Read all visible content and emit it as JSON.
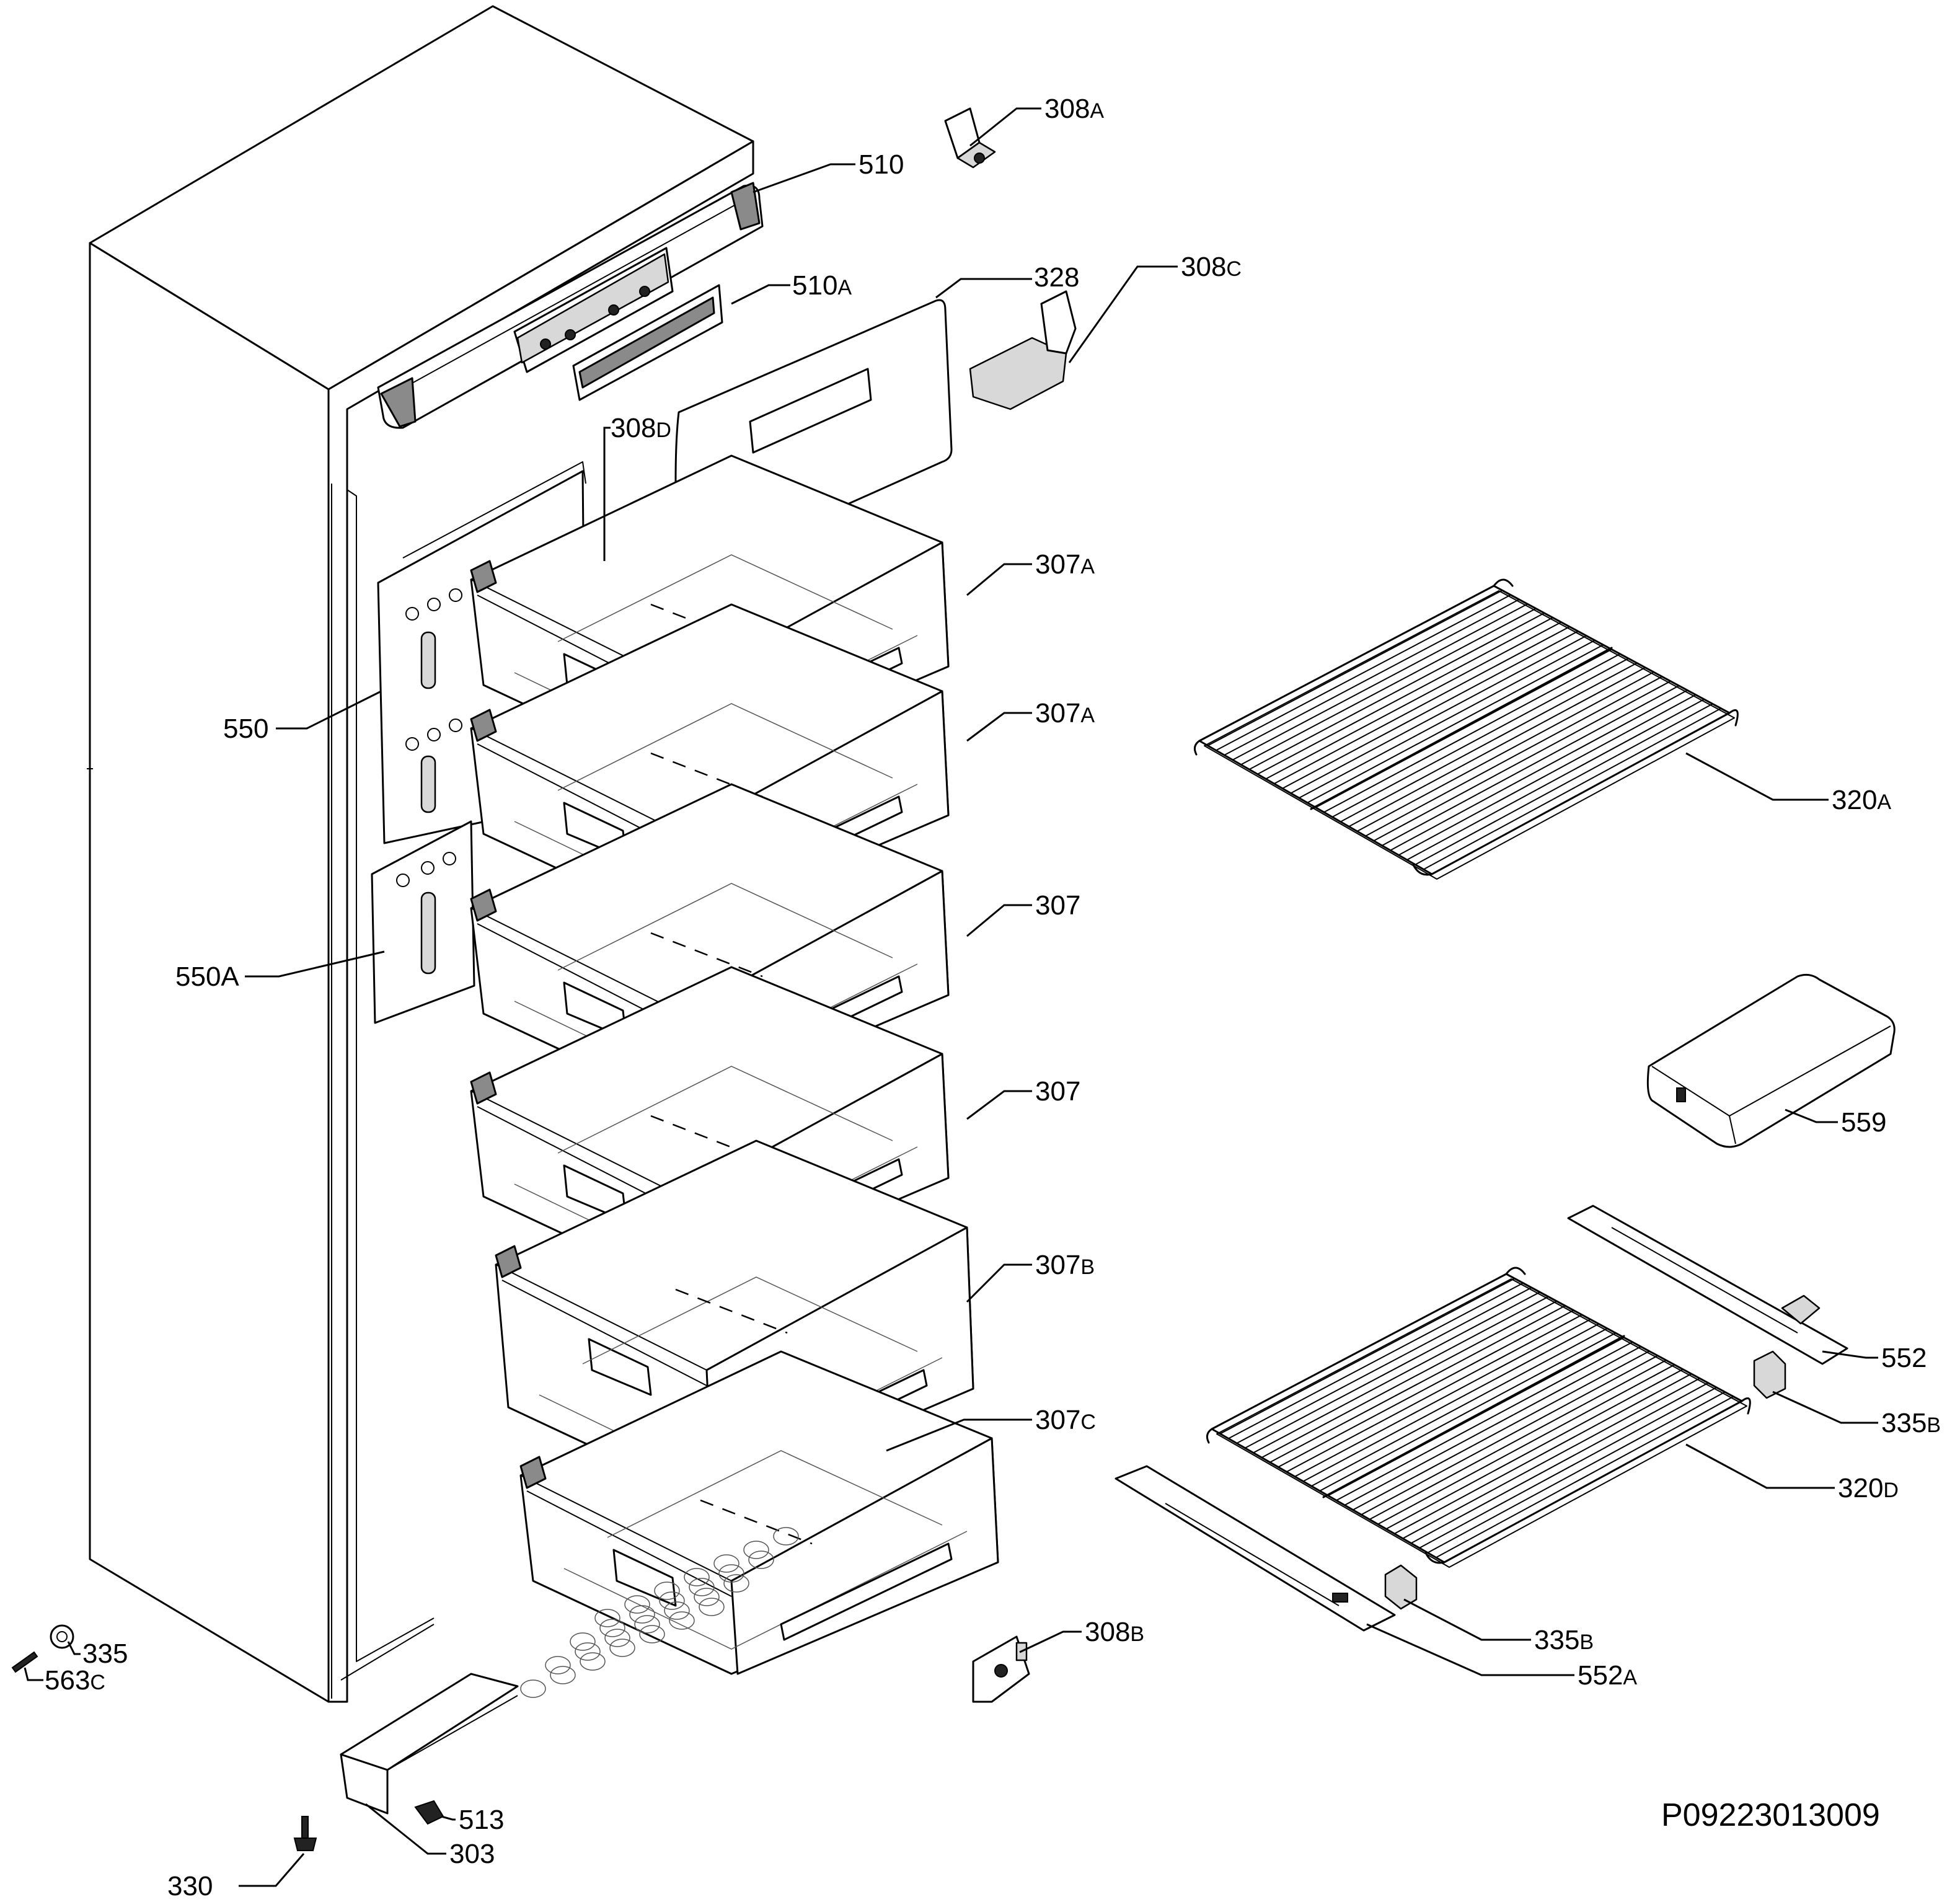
{
  "diagram_code": "P09223013009",
  "callouts": [
    {
      "id": "308A",
      "num": "308",
      "suf": "A"
    },
    {
      "id": "510",
      "num": "510",
      "suf": ""
    },
    {
      "id": "510A",
      "num": "510",
      "suf": "A"
    },
    {
      "id": "328",
      "num": "328",
      "suf": ""
    },
    {
      "id": "308C",
      "num": "308",
      "suf": "C"
    },
    {
      "id": "308D",
      "num": "308",
      "suf": "D"
    },
    {
      "id": "307A_1",
      "num": "307",
      "suf": "A"
    },
    {
      "id": "307A_2",
      "num": "307",
      "suf": "A"
    },
    {
      "id": "550",
      "num": "550",
      "suf": ""
    },
    {
      "id": "550A",
      "num": "550A",
      "suf": ""
    },
    {
      "id": "307_1",
      "num": "307",
      "suf": ""
    },
    {
      "id": "307_2",
      "num": "307",
      "suf": ""
    },
    {
      "id": "307B",
      "num": "307",
      "suf": "B"
    },
    {
      "id": "307C",
      "num": "307",
      "suf": "C"
    },
    {
      "id": "320A",
      "num": "320",
      "suf": "A"
    },
    {
      "id": "559",
      "num": "559",
      "suf": ""
    },
    {
      "id": "552",
      "num": "552",
      "suf": ""
    },
    {
      "id": "335B_1",
      "num": "335",
      "suf": "B"
    },
    {
      "id": "320D",
      "num": "320",
      "suf": "D"
    },
    {
      "id": "335B_2",
      "num": "335",
      "suf": "B"
    },
    {
      "id": "552A",
      "num": "552",
      "suf": "A"
    },
    {
      "id": "308B",
      "num": "308",
      "suf": "B"
    },
    {
      "id": "335",
      "num": "335",
      "suf": ""
    },
    {
      "id": "563C",
      "num": "563",
      "suf": "C"
    },
    {
      "id": "513",
      "num": "513",
      "suf": ""
    },
    {
      "id": "330",
      "num": "330",
      "suf": ""
    },
    {
      "id": "303",
      "num": "303",
      "suf": ""
    }
  ]
}
